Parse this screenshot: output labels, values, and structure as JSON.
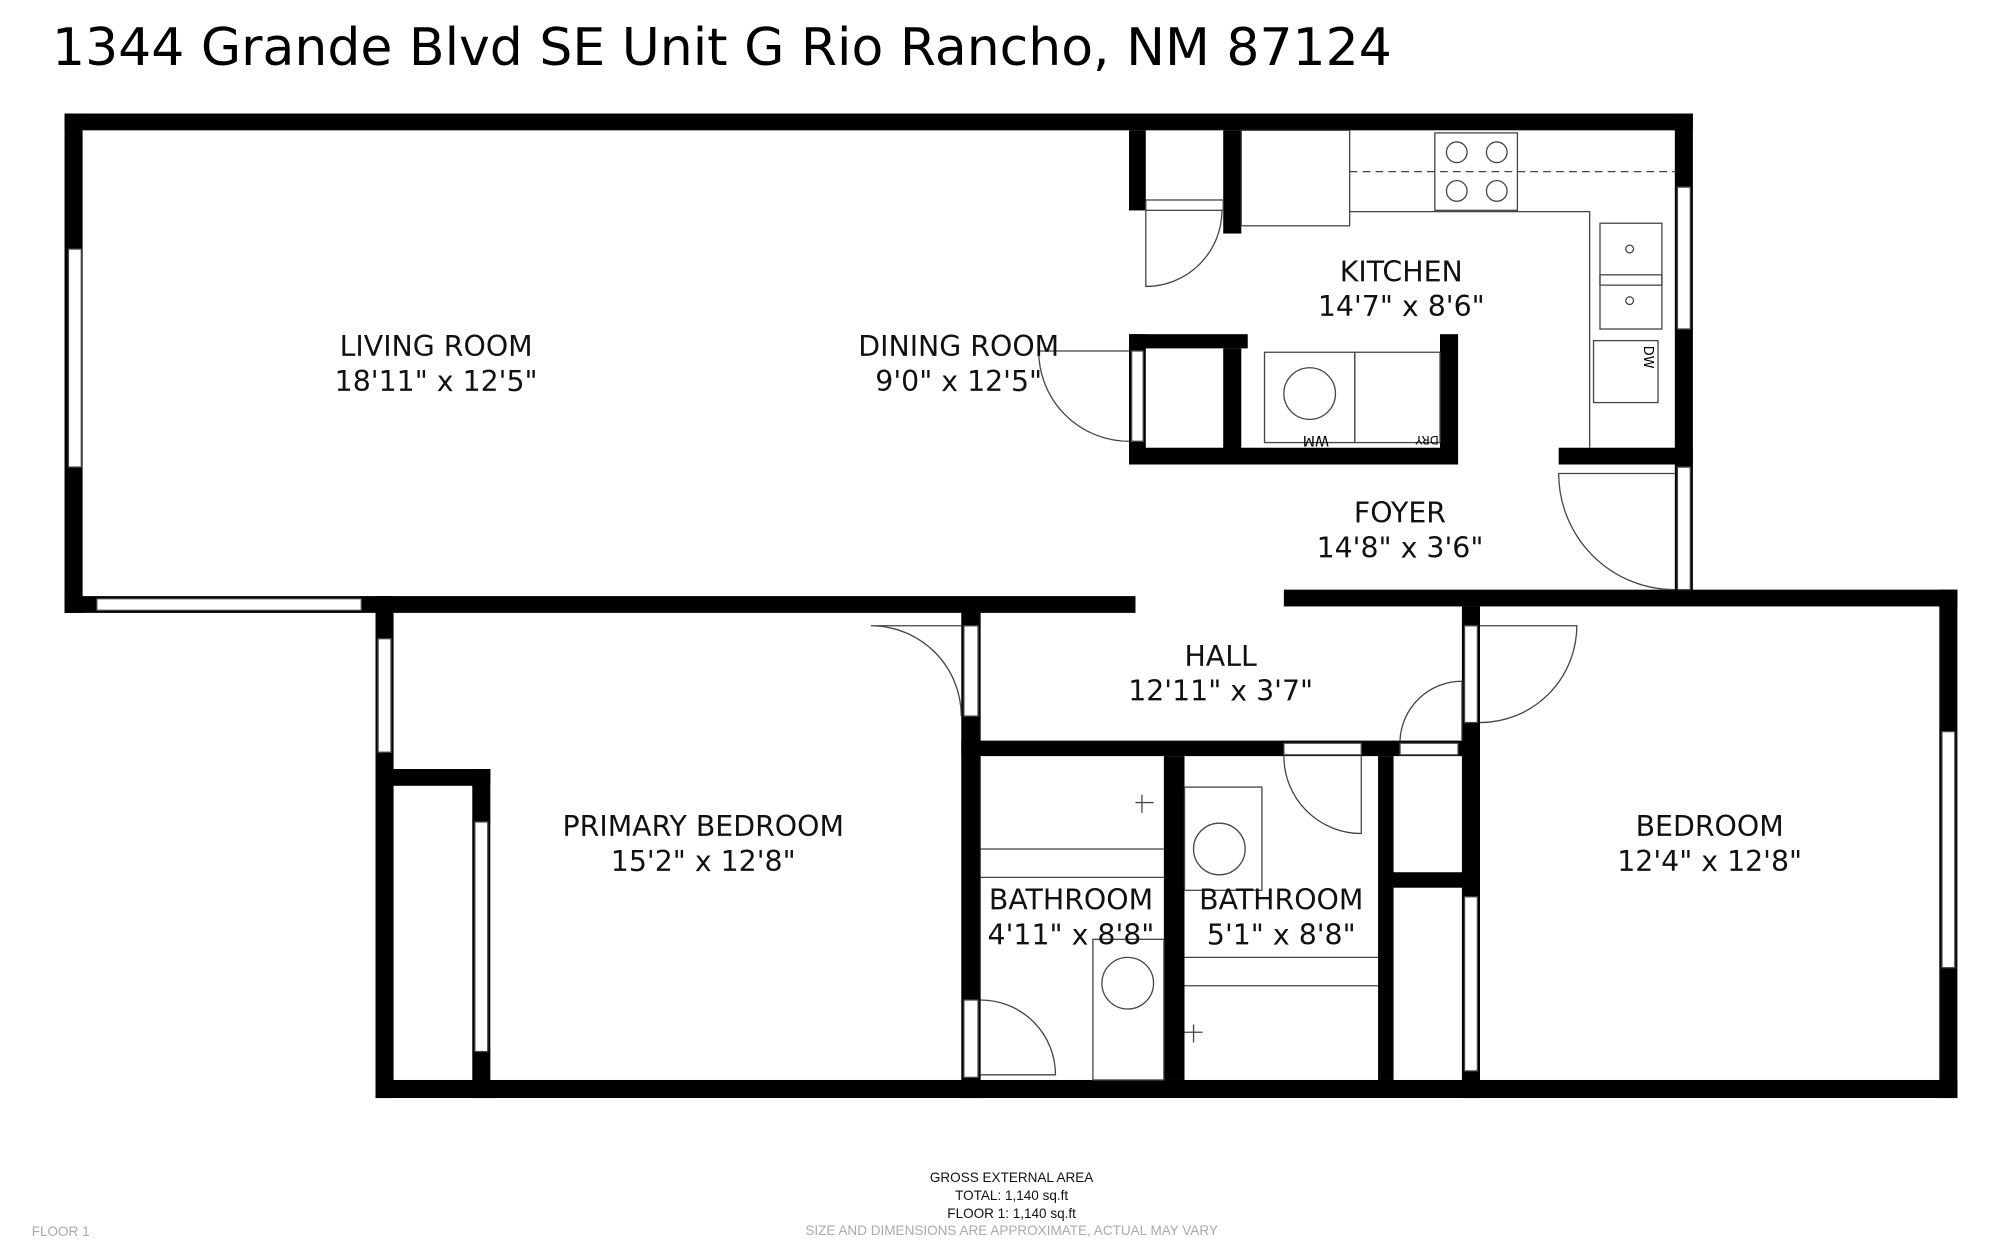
{
  "title": "1344 Grande Blvd SE Unit G Rio Rancho, NM 87124",
  "rooms": {
    "living": {
      "name": "LIVING ROOM",
      "dims": "18'11\" x 12'5\""
    },
    "dining": {
      "name": "DINING ROOM",
      "dims": "9'0\" x 12'5\""
    },
    "kitchen": {
      "name": "KITCHEN",
      "dims": "14'7\" x 8'6\""
    },
    "foyer": {
      "name": "FOYER",
      "dims": "14'8\" x 3'6\""
    },
    "hall": {
      "name": "HALL",
      "dims": "12'11\" x 3'7\""
    },
    "primary_bedroom": {
      "name": "PRIMARY BEDROOM",
      "dims": "15'2\" x 12'8\""
    },
    "bathroom1": {
      "name": "BATHROOM",
      "dims": "4'11\" x 8'8\""
    },
    "bathroom2": {
      "name": "BATHROOM",
      "dims": "5'1\" x 8'8\""
    },
    "bedroom": {
      "name": "BEDROOM",
      "dims": "12'4\" x 12'8\""
    }
  },
  "appliances": {
    "washer": "WM",
    "dryer": "DRY",
    "dishwasher": "DW"
  },
  "footer": {
    "area_heading": "GROSS EXTERNAL AREA",
    "total": "TOTAL: 1,140 sq.ft",
    "floor1": "FLOOR 1: 1,140 sq.ft",
    "disclaimer": "SIZE AND DIMENSIONS ARE APPROXIMATE, ACTUAL MAY VARY",
    "floor_label": "FLOOR 1"
  }
}
